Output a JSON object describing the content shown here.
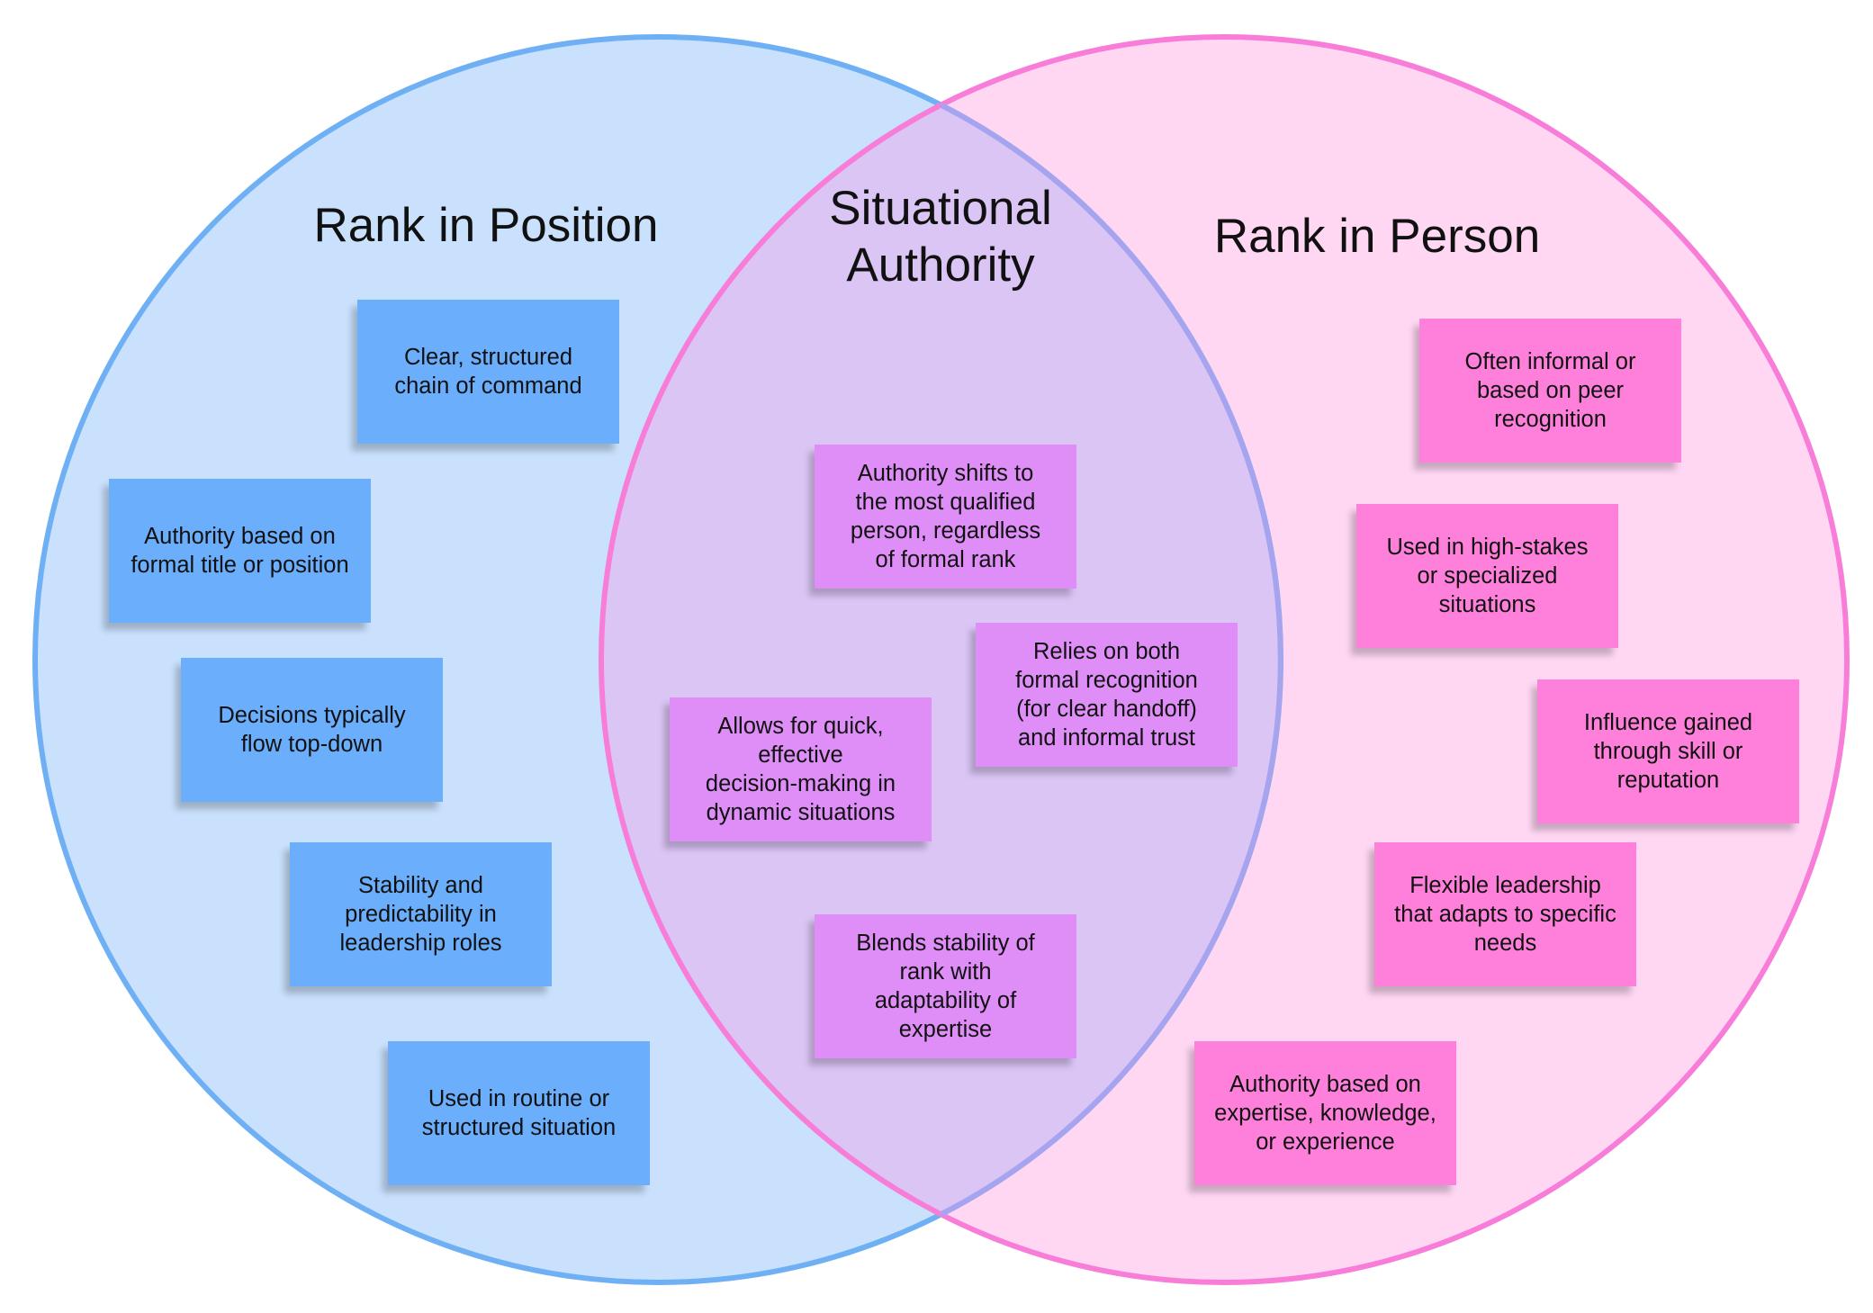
{
  "colors": {
    "left_fill": "#c9e1fd",
    "left_stroke": "#6fb0f5",
    "right_fill": "#ffd7f3",
    "right_stroke": "#f77dd8",
    "overlap_fill": "#dbc5f5",
    "note_blue": "#6aaefc",
    "note_purple": "#df8ef8",
    "note_pink": "#ff80db"
  },
  "diagram": {
    "left": {
      "title": "Rank in Position",
      "notes": [
        "Clear, structured\nchain of command",
        "Authority based on\nformal title or position",
        "Decisions typically\nflow top-down",
        "Stability and\npredictability in\nleadership roles",
        "Used in routine or\nstructured situation"
      ]
    },
    "center": {
      "title": "Situational\nAuthority",
      "notes": [
        "Authority shifts to\nthe most qualified\nperson, regardless\nof formal rank",
        "Relies on both\nformal recognition\n(for clear handoff)\nand informal trust",
        "Allows for quick,\neffective\ndecision-making in\ndynamic situations",
        "Blends stability of\nrank with\nadaptability of\nexpertise"
      ]
    },
    "right": {
      "title": "Rank in Person",
      "notes": [
        "Often informal or\nbased on peer\nrecognition",
        "Used in high-stakes\nor specialized\nsituations",
        "Influence gained\nthrough skill or\nreputation",
        "Flexible leadership\nthat adapts to specific\nneeds",
        "Authority based on\nexpertise, knowledge,\nor experience"
      ]
    }
  }
}
